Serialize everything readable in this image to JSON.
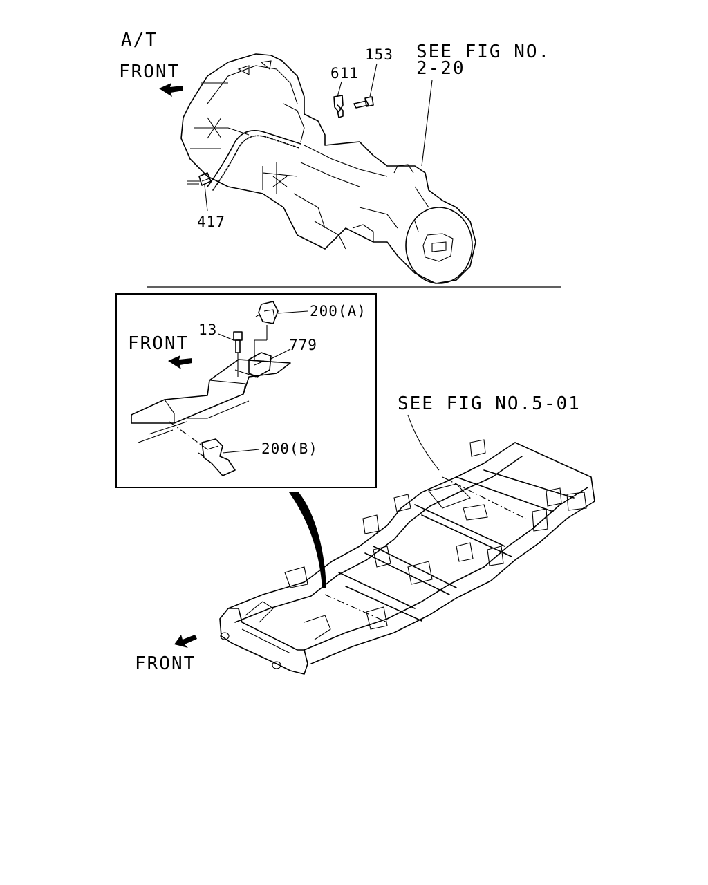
{
  "top_section": {
    "variant_label": "A/T",
    "front_label": "FRONT",
    "see_fig_line1": "SEE FIG NO.",
    "see_fig_line2": "2-20",
    "callouts": {
      "bolt": "153",
      "bracket": "611",
      "clip": "417"
    }
  },
  "detail_box": {
    "front_label": "FRONT",
    "callouts": {
      "mount_a": "200(A)",
      "bolt": "13",
      "bracket": "779",
      "mount_b": "200(B)"
    }
  },
  "frame_section": {
    "see_fig": "SEE FIG NO.5-01",
    "front_label": "FRONT"
  }
}
